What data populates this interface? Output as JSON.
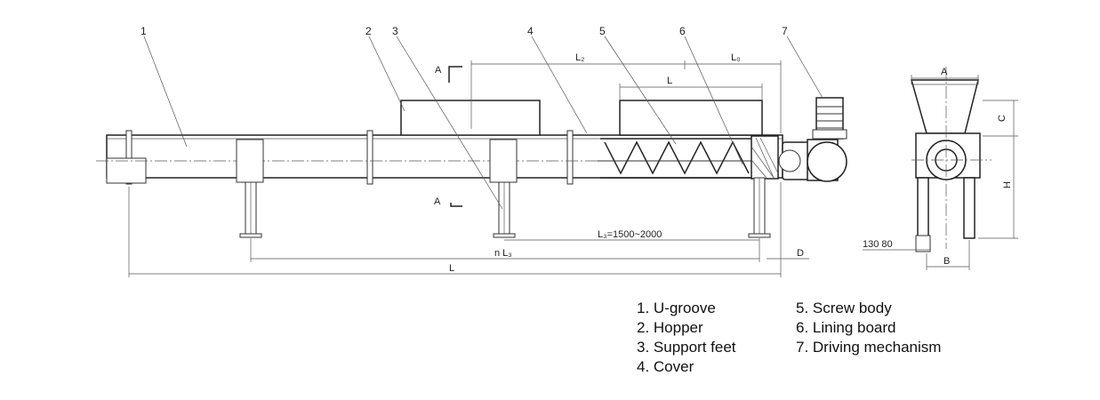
{
  "callouts": [
    "1",
    "2",
    "3",
    "4",
    "5",
    "6",
    "7"
  ],
  "dimensions": {
    "L2": "L₂",
    "L0": "L₀",
    "L": "L",
    "L3_range": "L₃=1500~2000",
    "nL3": "n  L₃",
    "D": "D",
    "L_total": "L",
    "A_top": "A",
    "C": "C",
    "H": "H",
    "B": "B",
    "offsets": "130  80"
  },
  "section_marks": [
    "A",
    "A"
  ],
  "legend": {
    "left": [
      "1. U-groove",
      "2. Hopper",
      "3. Support feet",
      "4. Cover"
    ],
    "right": [
      "5. Screw body",
      "6. Lining board",
      "7. Driving mechanism"
    ]
  }
}
